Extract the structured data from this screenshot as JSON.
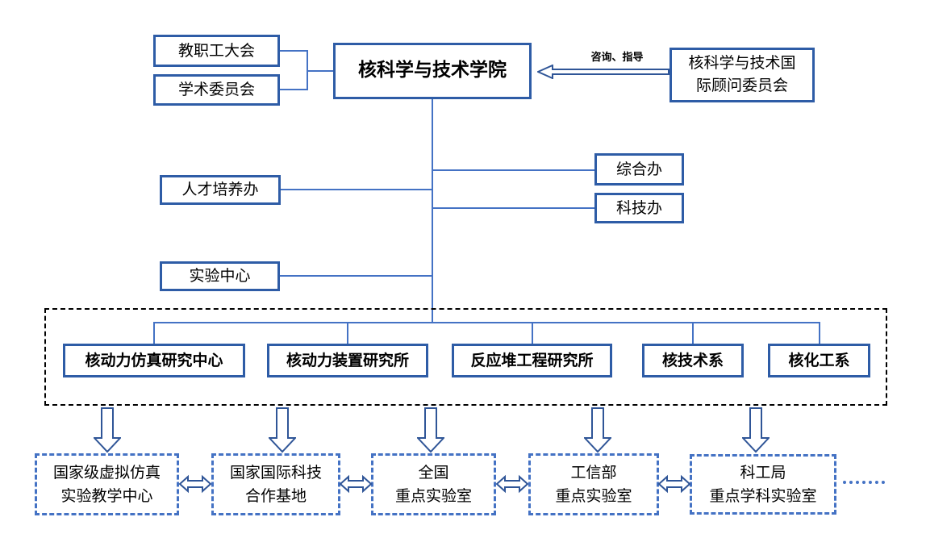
{
  "colors": {
    "solid_box_border": "#2E5CA6",
    "connector_line": "#4472C4",
    "arrow_outline": "#2F5597",
    "platform_dashed_border": "#4472C4",
    "group_zone_border": "#000000",
    "text": "#000000",
    "background": "#ffffff"
  },
  "governance": {
    "faculty_congress": "教职工大会",
    "academic_committee": "学术委员会"
  },
  "college": {
    "name": "核科学与技术学院"
  },
  "advisory": {
    "name_line1": "核科学与技术国",
    "name_line2": "际顾问委员会",
    "arrow_label": "咨询、指导"
  },
  "offices": {
    "talent_training": "人才培养办",
    "experiment_center": "实验中心",
    "general_office": "综合办",
    "sci_tech_office": "科技办"
  },
  "departments": [
    "核动力仿真研究中心",
    "核动力装置研究所",
    "反应堆工程研究所",
    "核技术系",
    "核化工系"
  ],
  "platforms": [
    {
      "line1": "国家级虚拟仿真",
      "line2": "实验教学中心"
    },
    {
      "line1": "国家国际科技",
      "line2": "合作基地"
    },
    {
      "line1": "全国",
      "line2": "重点实验室"
    },
    {
      "line1": "工信部",
      "line2": "重点实验室"
    },
    {
      "line1": "科工局",
      "line2": "重点学科实验室"
    }
  ]
}
